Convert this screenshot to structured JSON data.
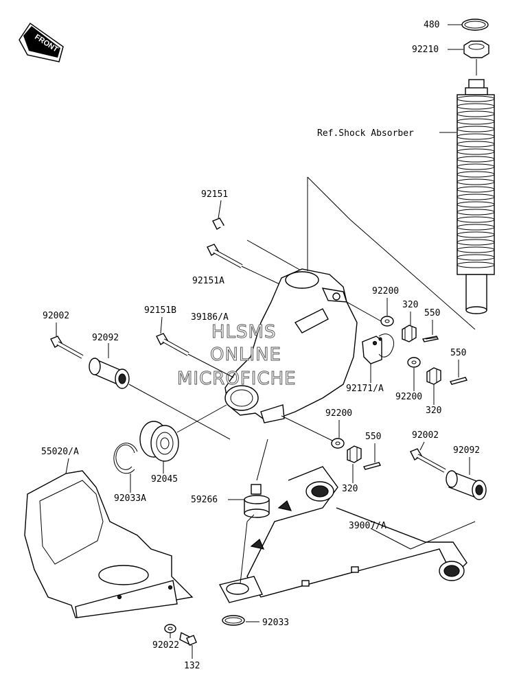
{
  "diagram": {
    "front_label": "FRONT",
    "watermark": [
      "HLSMS",
      "ONLINE",
      "MICROFICHE"
    ],
    "labels": {
      "p480": "480",
      "p92210": "92210",
      "shock_ref": "Ref.Shock Absorber",
      "p92151": "92151",
      "p92151A": "92151A",
      "p92151B": "92151B",
      "p39186A": "39186/A",
      "p92002_left": "92002",
      "p92092_left": "92092",
      "p92200_top": "92200",
      "p320_top": "320",
      "p550_top": "550",
      "p550_mid": "550",
      "p92171A": "92171/A",
      "p92200_mid": "92200",
      "p320_mid": "320",
      "p92200_low": "92200",
      "p550_low": "550",
      "p92002_right": "92002",
      "p92092_right": "92092",
      "p320_low": "320",
      "p55020A": "55020/A",
      "p92045": "92045",
      "p92033A": "92033A",
      "p59266": "59266",
      "p39007A": "39007/A",
      "p92033": "92033",
      "p92022": "92022",
      "p132": "132"
    }
  }
}
